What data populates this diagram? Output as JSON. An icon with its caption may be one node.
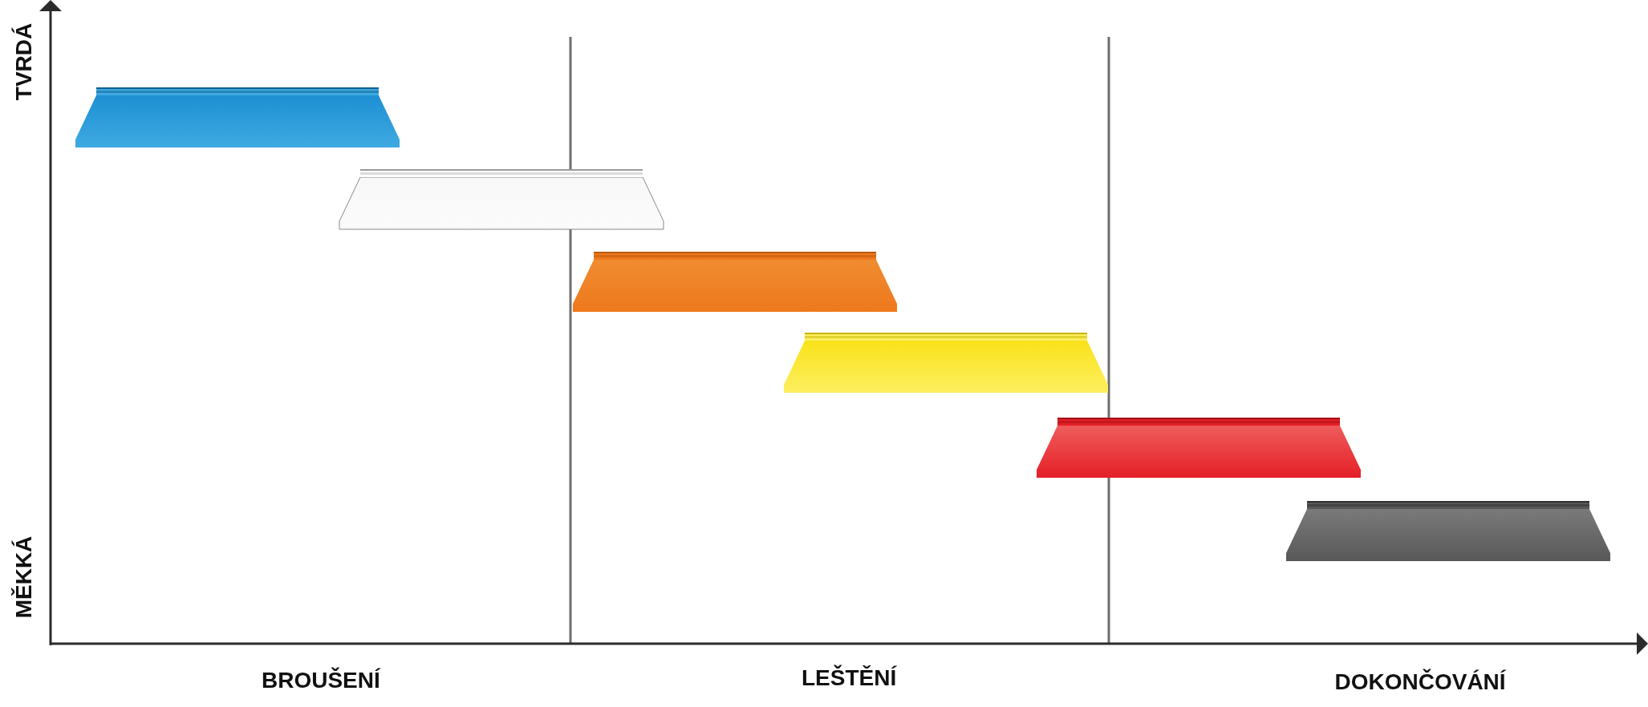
{
  "diagram": {
    "nodes": [
      {
        "text": [],
        "shape": "trapezoid"
      },
      {
        "text": [],
        "shape": "trapezoid"
      },
      {
        "text": [],
        "shape": "trapezoid"
      },
      {
        "text": [],
        "shape": "trapezoid"
      },
      {
        "text": [],
        "shape": "trapezoid"
      },
      {
        "text": [],
        "shape": "trapezoid"
      }
    ],
    "labels": [
      "TVRDÁ",
      "MĚKKÁ",
      "BROUŠENÍ",
      "LEŠTĚNÍ",
      "DOKONČOVÁNÍ"
    ]
  }
}
